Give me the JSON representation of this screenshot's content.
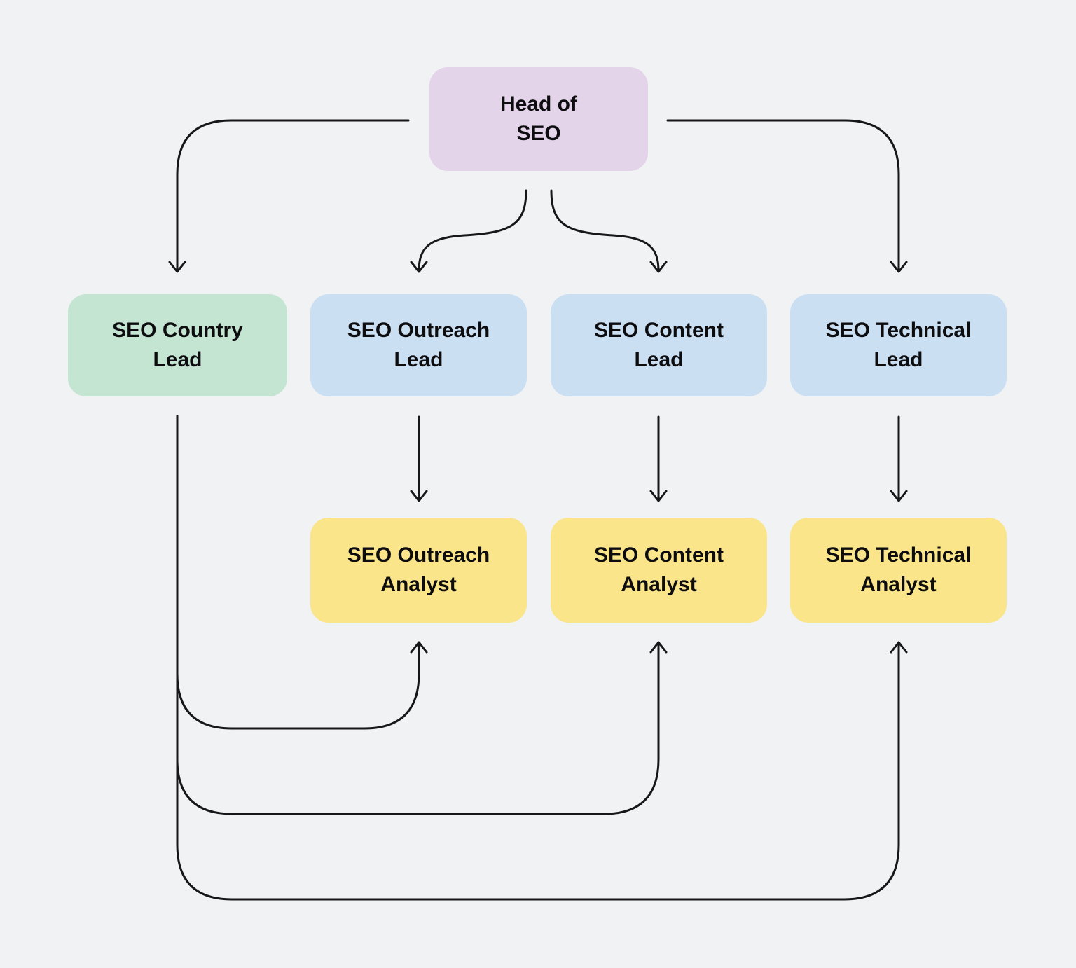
{
  "diagram": {
    "type": "org-chart",
    "background_color": "#f1f2f4",
    "edge_stroke_color": "#17171a",
    "text_color": "#0d0d10"
  },
  "nodes": [
    {
      "id": "head-of-seo",
      "label": "Head of\nSEO",
      "color": "#e4d4e9"
    },
    {
      "id": "seo-country-lead",
      "label": "SEO Country\nLead",
      "color": "#c3e5d1"
    },
    {
      "id": "seo-outreach-lead",
      "label": "SEO Outreach\nLead",
      "color": "#cbdff3"
    },
    {
      "id": "seo-content-lead",
      "label": "SEO Content\nLead",
      "color": "#cbdff3"
    },
    {
      "id": "seo-technical-lead",
      "label": "SEO Technical\nLead",
      "color": "#cbdff3"
    },
    {
      "id": "seo-outreach-analyst",
      "label": "SEO Outreach\nAnalyst",
      "color": "#fae58b"
    },
    {
      "id": "seo-content-analyst",
      "label": "SEO Content\nAnalyst",
      "color": "#fae58b"
    },
    {
      "id": "seo-technical-analyst",
      "label": "SEO Technical\nAnalyst",
      "color": "#fae58b"
    }
  ],
  "edges": [
    {
      "from": "head-of-seo",
      "to": "seo-country-lead"
    },
    {
      "from": "head-of-seo",
      "to": "seo-outreach-lead"
    },
    {
      "from": "head-of-seo",
      "to": "seo-content-lead"
    },
    {
      "from": "head-of-seo",
      "to": "seo-technical-lead"
    },
    {
      "from": "seo-outreach-lead",
      "to": "seo-outreach-analyst"
    },
    {
      "from": "seo-content-lead",
      "to": "seo-content-analyst"
    },
    {
      "from": "seo-technical-lead",
      "to": "seo-technical-analyst"
    },
    {
      "from": "seo-country-lead",
      "to": "seo-outreach-analyst"
    },
    {
      "from": "seo-country-lead",
      "to": "seo-content-analyst"
    },
    {
      "from": "seo-country-lead",
      "to": "seo-technical-analyst"
    }
  ]
}
